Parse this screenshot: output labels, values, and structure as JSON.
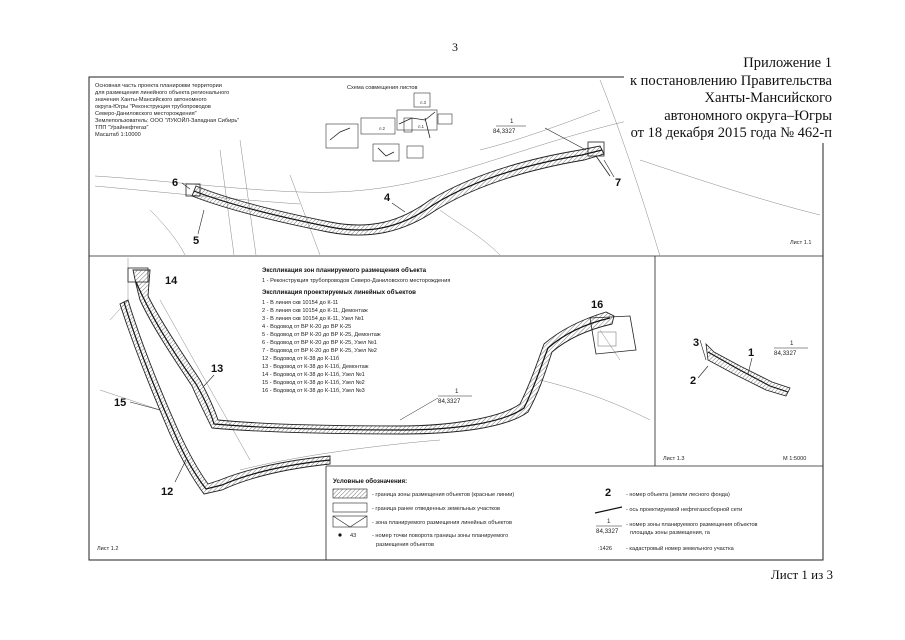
{
  "page_number": "3",
  "appendix": {
    "title": "Приложение 1",
    "line2": "к постановлению Правительства",
    "line3": "Ханты-Мансийского",
    "line4": "автономного округа–Югры",
    "line5": "от 18 декабря 2015 года № 462-п"
  },
  "sheet_counter": "Лист 1 из 3",
  "project_info": [
    "Основная часть проекта планировки территории",
    "для размещения линейного объекта регионального",
    "значения Ханты-Мансийского автономного",
    "округа-Югры \"Реконструкция трубопроводов",
    "Северо-Даниловского месторождения\"",
    "Землепользователь: ООО \"ЛУКОЙЛ-Западная Сибирь\"",
    "ТПП \"Урайнефтегаз\"",
    "Масштаб 1:10000"
  ],
  "scheme_title": "Схема совмещения листов",
  "scheme_labels": [
    "л.1",
    "л.2",
    "л.3"
  ],
  "sheet1": {
    "label": "Лист 1.1",
    "zone_frac_top": "1",
    "zone_frac_bottom": "84,3327",
    "object_numbers": [
      "4",
      "5",
      "6",
      "7"
    ]
  },
  "sheet2": {
    "label": "Лист 1.2",
    "zone_frac_top": "1",
    "zone_frac_bottom": "84,3327",
    "object_numbers": [
      "12",
      "13",
      "14",
      "15",
      "16"
    ]
  },
  "sheet3": {
    "label": "Лист 1.3",
    "scale": "М 1:5000",
    "zone_frac_top": "1",
    "zone_frac_bottom": "84,3327",
    "object_numbers": [
      "1",
      "2",
      "3"
    ]
  },
  "explication": {
    "zones_title": "Экспликация зон планируемого размещения объекта",
    "zones": [
      "1 - Реконструкция трубопроводов Северо-Даниловского месторождения"
    ],
    "objects_title": "Экспликация проектируемых линейных объектов",
    "objects": [
      "1 - В линия скв 10154 до К-11",
      "2 - В линия скв 10154 до К-11, Демонтаж",
      "3 - В линия скв 10154 до К-11, Узел №1",
      "4 - Водовод от ВР К-20 до ВР К-25",
      "5 - Водовод от ВР К-20 до ВР К-25, Демонтаж",
      "6 - Водовод от ВР К-20 до ВР К-25, Узел №1",
      "7 - Водовод от ВР К-20 до ВР К-25, Узел №2",
      "12 - Водовод от К-38 до К-11б",
      "13 - Водовод от К-38 до К-11б, Демонтаж",
      "14 - Водовод от К-38 до К-11б, Узел №1",
      "15 - Водовод от К-38 до К-11б, Узел №2",
      "16 - Водовод от К-38 до К-11б, Узел №3"
    ]
  },
  "legend": {
    "title": "Условные обозначения:",
    "items_left": [
      "- граница зоны размещения объектов (красные линии)",
      "- граница ранее отведенных земельных участков",
      "- зона планируемого размещения линейных объектов",
      "- номер точки поворота границы зоны планируемого",
      "размещения объектов"
    ],
    "point_sample": "43",
    "items_right": [
      "- номер объекта (земли лесного фонда)",
      "- ось проектируемой нефтегазосборной сети",
      "- номер зоны планируемого размещения объектов",
      "площадь зоны размещения, га",
      "- кадастровый номер земельного участка"
    ],
    "num_sample": "2",
    "frac_top": "1",
    "frac_bottom": "84,3327",
    "cadastral_sample": ":1426"
  },
  "colors": {
    "line": "#222222",
    "thin": "#888888",
    "hatch": "#555555"
  }
}
